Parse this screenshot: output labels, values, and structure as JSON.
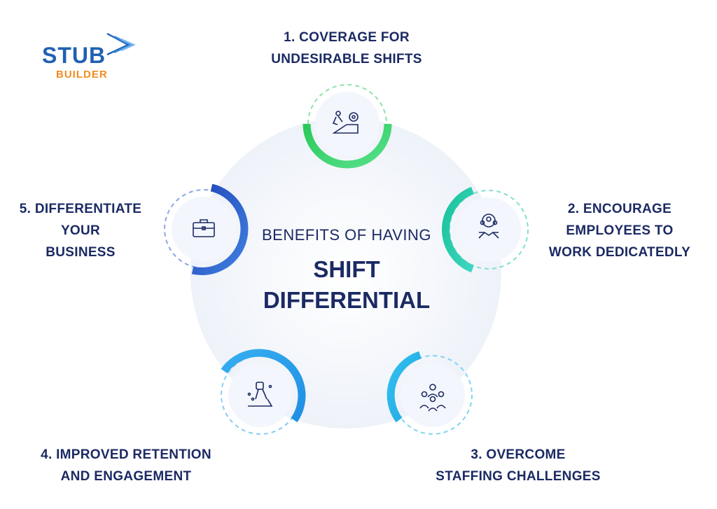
{
  "logo": {
    "line1": "STUB",
    "line2": "BUILDER"
  },
  "center": {
    "subtitle": "BENEFITS OF HAVING",
    "title_line1": "SHIFT",
    "title_line2": "DIFFERENTIAL"
  },
  "benefits": [
    {
      "line1": "1. COVERAGE FOR",
      "line2": "UNDESIRABLE SHIFTS",
      "line3": "",
      "icon": "worker-gear-icon",
      "color": "#2ecc71"
    },
    {
      "line1": "2. ENCOURAGE",
      "line2": "EMPLOYEES TO",
      "line3": "WORK DEDICATEDLY",
      "icon": "handshake-team-icon",
      "color": "#1fc7a6"
    },
    {
      "line1": "3. OVERCOME",
      "line2": "STAFFING CHALLENGES",
      "line3": "",
      "icon": "group-people-icon",
      "color": "#2cb6e8"
    },
    {
      "line1": "4. IMPROVED RETENTION",
      "line2": "AND ENGAGEMENT",
      "line3": "",
      "icon": "raised-fist-icon",
      "color": "#2aa3ec"
    },
    {
      "line1": "5. DIFFERENTIATE",
      "line2": "YOUR",
      "line3": "BUSINESS",
      "icon": "briefcase-icon",
      "color": "#2a5fc9"
    }
  ]
}
